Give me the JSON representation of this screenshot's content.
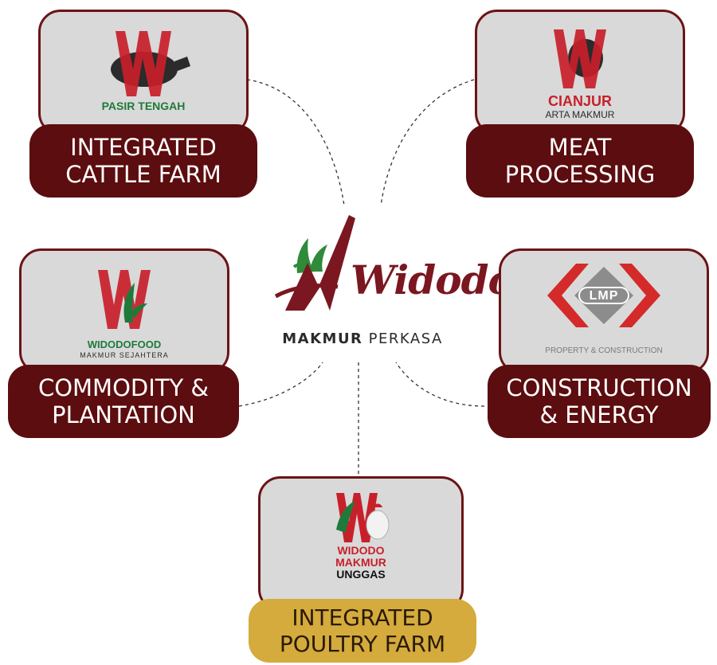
{
  "center": {
    "brand": "Widodo",
    "sub_bold": "MAKMUR",
    "sub_regular": "PERKASA"
  },
  "cards": {
    "cattle": {
      "brand": "PASIR TENGAH",
      "label_line1": "INTEGRATED",
      "label_line2": "CATTLE FARM"
    },
    "meat": {
      "brand": "CIANJUR",
      "brand_sub": "ARTA MAKMUR",
      "label_line1": "MEAT",
      "label_line2": "PROCESSING"
    },
    "commodity": {
      "brand": "WIDODOFOOD",
      "brand_sub": "MAKMUR SEJAHTERA",
      "label_line1": "COMMODITY &",
      "label_line2": "PLANTATION"
    },
    "construction": {
      "logo_text": "LMP",
      "brand_sub": "PROPERTY & CONSTRUCTION",
      "label_line1": "CONSTRUCTION",
      "label_line2": "& ENERGY"
    },
    "poultry": {
      "brand_line1": "WIDODO",
      "brand_line2": "MAKMUR",
      "brand_line3": "UNGGAS",
      "label_line1": "INTEGRATED",
      "label_line2": "POULTRY FARM"
    }
  },
  "colors": {
    "card_border": "#6b1416",
    "label_bg": "#5c0d0f",
    "label_gold": "#d4ab3c",
    "brand_red": "#c8202a",
    "brand_green": "#1f7a3a"
  }
}
